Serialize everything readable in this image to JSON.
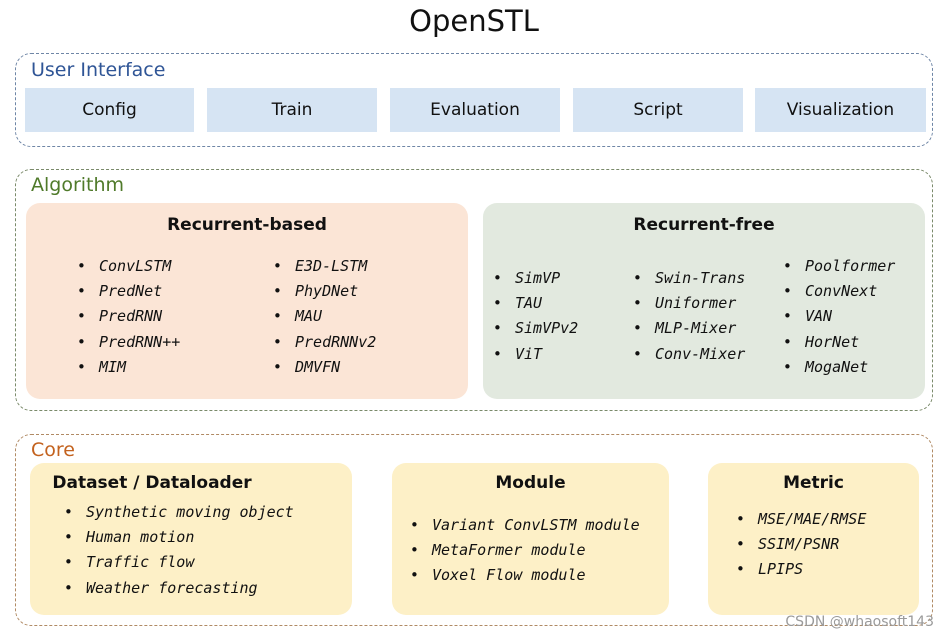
{
  "title": "OpenSTL",
  "user_interface": {
    "label": "User Interface",
    "buttons": [
      "Config",
      "Train",
      "Evaluation",
      "Script",
      "Visualization"
    ]
  },
  "algorithm": {
    "label": "Algorithm",
    "recurrent_based": {
      "title": "Recurrent-based",
      "col1": [
        "ConvLSTM",
        "PredNet",
        "PredRNN",
        "PredRNN++",
        "MIM"
      ],
      "col2": [
        "E3D-LSTM",
        "PhyDNet",
        "MAU",
        "PredRNNv2",
        "DMVFN"
      ]
    },
    "recurrent_free": {
      "title": "Recurrent-free",
      "col1": [
        "SimVP",
        "TAU",
        "SimVPv2",
        "ViT"
      ],
      "col2": [
        "Swin-Trans",
        "Uniformer",
        "MLP-Mixer",
        "Conv-Mixer"
      ],
      "col3": [
        "Poolformer",
        "ConvNext",
        "VAN",
        "HorNet",
        "MogaNet"
      ]
    }
  },
  "core": {
    "label": "Core",
    "dataset": {
      "title": "Dataset / Dataloader",
      "items": [
        "Synthetic moving object",
        "Human motion",
        "Traffic flow",
        "Weather forecasting"
      ]
    },
    "module": {
      "title": "Module",
      "items": [
        "Variant ConvLSTM module",
        "MetaFormer module",
        "Voxel Flow module"
      ]
    },
    "metric": {
      "title": "Metric",
      "items": [
        "MSE/MAE/RMSE",
        "SSIM/PSNR",
        "LPIPS"
      ]
    }
  },
  "watermark": "CSDN @whaosoft143",
  "colors": {
    "ui_box": "#d6e4f3",
    "ui_label": "#2f5596",
    "recurrent_based_bg": "#fbe5d6",
    "recurrent_free_bg": "#e2e9df",
    "algorithm_label": "#4f7a2a",
    "core_bg": "#fdf0c7",
    "core_label": "#c3621e"
  }
}
